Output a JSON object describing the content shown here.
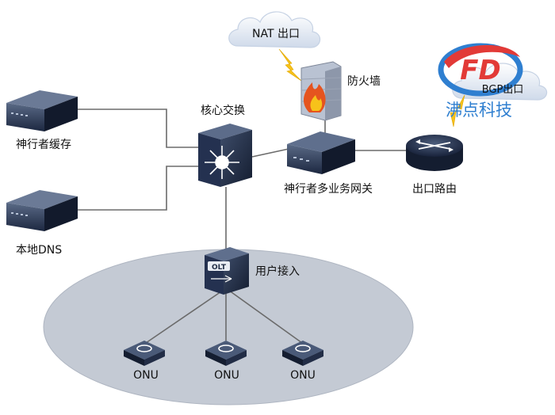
{
  "labels": {
    "nat_exit": "NAT 出口",
    "firewall": "防火墙",
    "bgp_exit": "BGP出口",
    "core_switch": "核心交换",
    "cache": "神行者缓存",
    "dns": "本地DNS",
    "gateway": "神行者多业务网关",
    "exit_router": "出口路由",
    "user_access": "用户接入",
    "onu_1": "ONU",
    "onu_2": "ONU",
    "onu_3": "ONU",
    "olt": "OLT"
  },
  "logo": {
    "text": "沸点科技",
    "mark": "FD"
  },
  "colors": {
    "line": "#6b6b6b",
    "ellipse": "#c4cad4",
    "cloud": "#dfe7f2",
    "device_dark": "#1f2c44",
    "lightning": "#f7c21a",
    "logo_red": "#e23a37",
    "logo_blue": "#2f7fd0"
  }
}
